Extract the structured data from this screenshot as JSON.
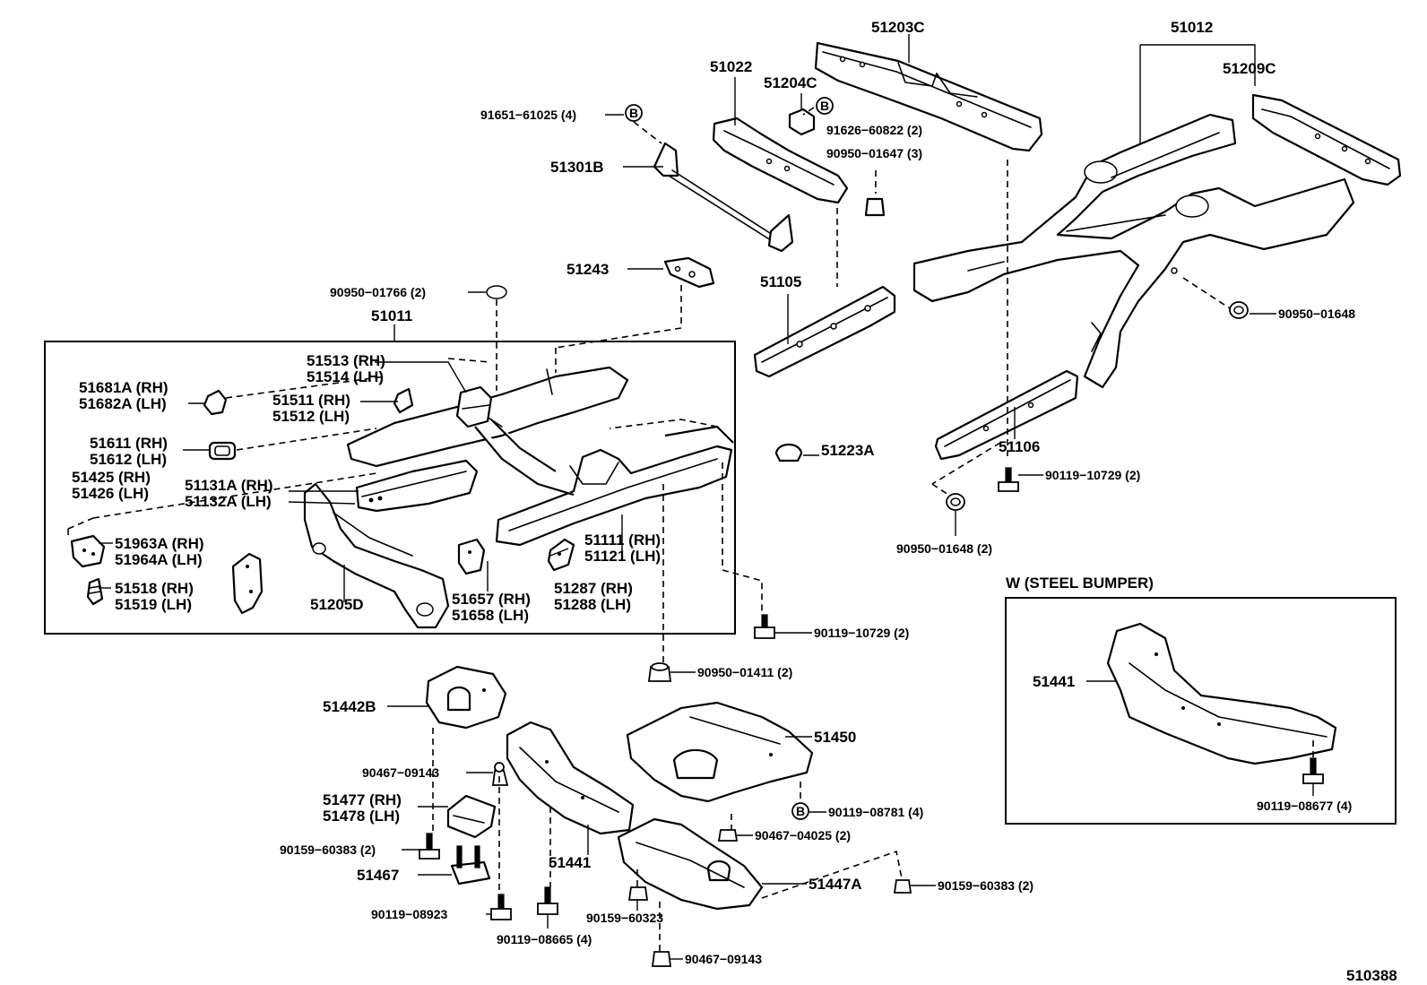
{
  "labels": {
    "p51203C": "51203C",
    "p51012": "51012",
    "p51209C": "51209C",
    "p51022": "51022",
    "p51204C": "51204C",
    "p91651": "91651−61025 (4)",
    "p91626": "91626−60822 (2)",
    "p90950_01647": "90950−01647 (3)",
    "p51301B": "51301B",
    "p51243": "51243",
    "p90950_01766": "90950−01766 (2)",
    "p51105": "51105",
    "p90950_01648a": "90950−01648",
    "p51011": "51011",
    "p51513": "51513 (RH)",
    "p51514": "51514 (LH)",
    "p51681A": "51681A (RH)",
    "p51682A": "51682A (LH)",
    "p51511": "51511 (RH)",
    "p51512": "51512 (LH)",
    "p51611": "51611 (RH)",
    "p51612": "51612 (LH)",
    "p51223A": "51223A",
    "p51106": "51106",
    "p51425": "51425 (RH)",
    "p51426": "51426 (LH)",
    "p51131A": "51131A (RH)",
    "p51132A": "51132A (LH)",
    "p90119_10729a": "90119−10729 (2)",
    "p51963A": "51963A (RH)",
    "p51964A": "51964A (LH)",
    "p51111": "51111 (RH)",
    "p51121": "51121 (LH)",
    "p90950_01648b": "90950−01648 (2)",
    "p51518": "51518 (RH)",
    "p51519": "51519 (LH)",
    "p51287": "51287 (RH)",
    "p51288": "51288 (LH)",
    "p51657": "51657 (RH)",
    "p51658": "51658 (LH)",
    "p51205D": "51205D",
    "steel_bumper": "W (STEEL  BUMPER)",
    "p90119_10729b": "90119−10729 (2)",
    "p90950_01411": "90950−01411 (2)",
    "p51441_box": "51441",
    "p51442B": "51442B",
    "p51450": "51450",
    "p90467_09143a": "90467−09143",
    "p51477": "51477 (RH)",
    "p51478": "51478 (LH)",
    "p90119_08781": "90119−08781 (4)",
    "p90119_08677": "90119−08677 (4)",
    "p90159_60383a": "90159−60383 (2)",
    "p90467_04025": "90467−04025 (2)",
    "p51441": "51441",
    "p51467": "51467",
    "p51447A": "51447A",
    "p90159_60383b": "90159−60383 (2)",
    "p90119_08923": "90119−08923",
    "p90159_60323": "90159−60323",
    "p90119_08665": "90119−08665 (4)",
    "p90467_09143b": "90467−09143",
    "diagram_code": "510388",
    "marker_b": "B"
  }
}
